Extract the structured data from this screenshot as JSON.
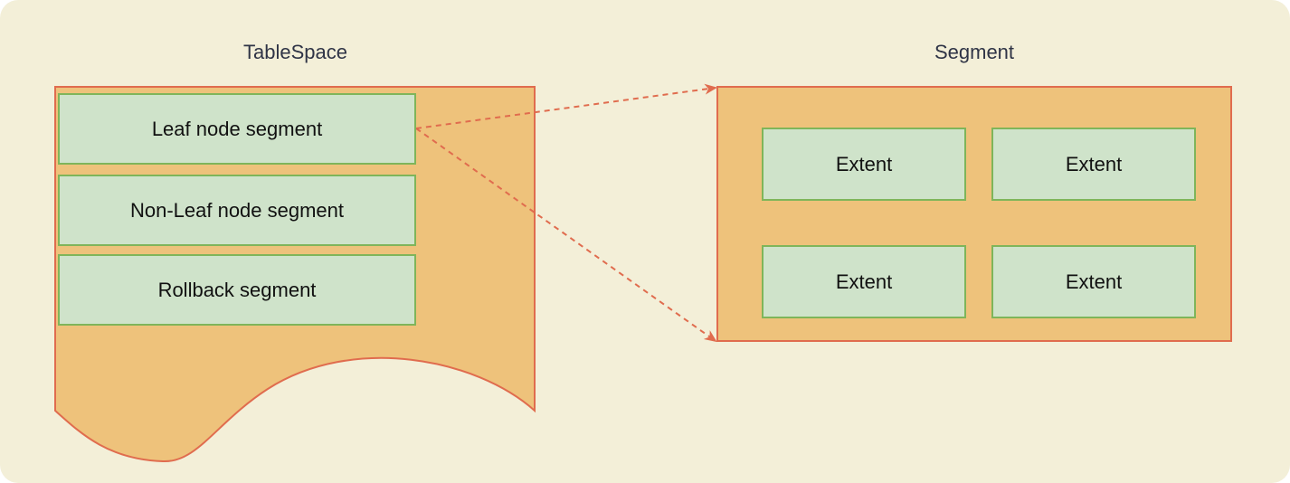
{
  "colors": {
    "background": "#f3efd8",
    "container_fill": "#eec27b",
    "container_stroke": "#e06c4e",
    "box_fill": "#cfe3ca",
    "box_stroke": "#7fb55a",
    "arrow": "#e06c4e"
  },
  "tablespace": {
    "title": "TableSpace",
    "segments": [
      {
        "label": "Leaf node segment"
      },
      {
        "label": "Non-Leaf node segment"
      },
      {
        "label": "Rollback segment"
      }
    ]
  },
  "segment": {
    "title": "Segment",
    "extents": [
      {
        "label": "Extent"
      },
      {
        "label": "Extent"
      },
      {
        "label": "Extent"
      },
      {
        "label": "Extent"
      }
    ]
  },
  "connections": [
    {
      "from": "Leaf node segment",
      "to": "Segment",
      "style": "dashed-arrow"
    },
    {
      "from": "Leaf node segment",
      "to": "Segment",
      "style": "dashed-arrow"
    }
  ]
}
